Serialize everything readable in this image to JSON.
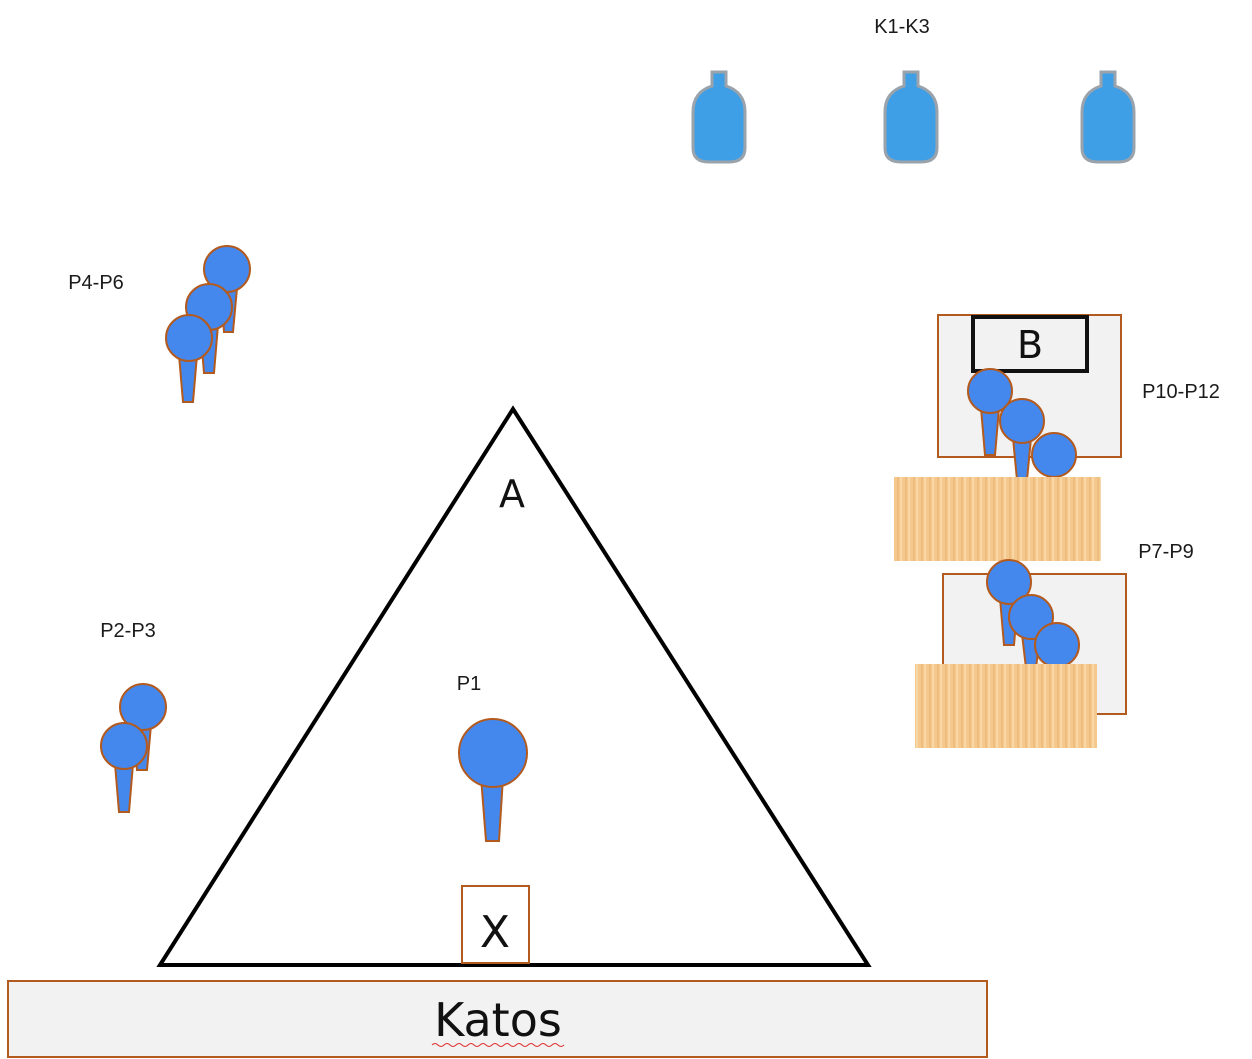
{
  "labels": {
    "k_targets": "K1-K3",
    "p4_p6": "P4-P6",
    "p10_p12": "P10-P12",
    "p7_p9": "P7-P9",
    "p2_p3": "P2-P3",
    "p1": "P1"
  },
  "zones": {
    "a": "A",
    "b": "B",
    "x": "X",
    "katos": "Katos"
  },
  "colors": {
    "target_fill": "#4488ee",
    "target_stroke": "#b35a1f",
    "steel_fill": "#3f9fe6",
    "steel_stroke": "#9aa3ab",
    "box_fill": "#f2f2f2",
    "box_stroke": "#b35a1f",
    "barrier_fill": "#f5c88e",
    "line": "#000000"
  },
  "icons": {
    "paper_target": "paper-target-icon",
    "steel_target": "steel-popper-icon",
    "barrier": "wood-barrier-icon"
  }
}
